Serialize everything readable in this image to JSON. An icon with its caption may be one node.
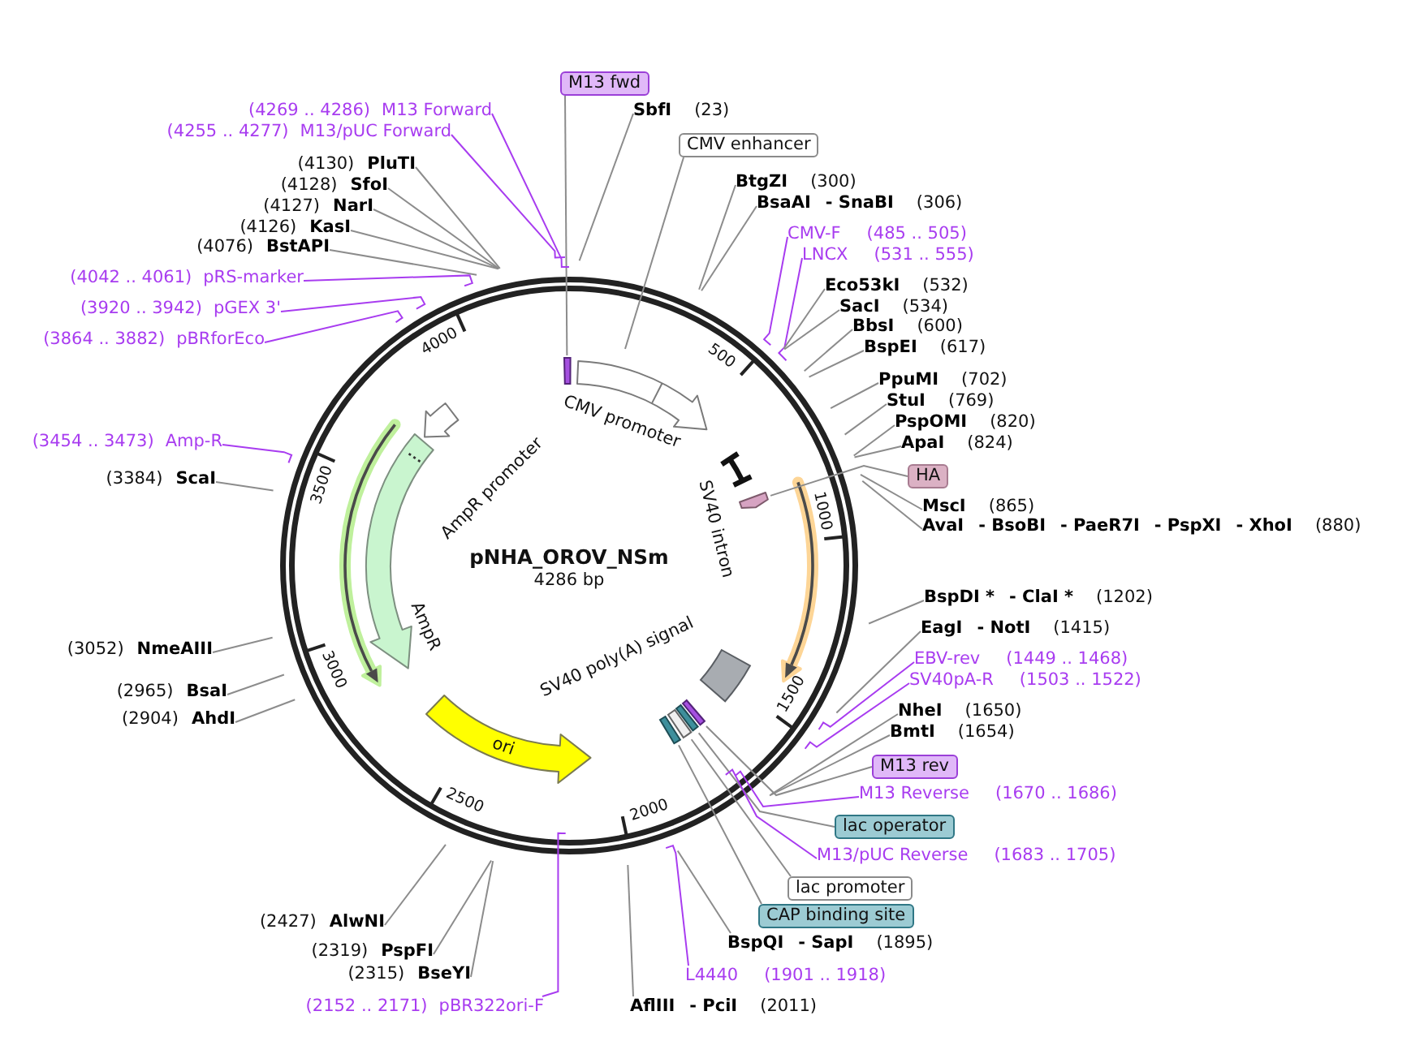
{
  "diagram": {
    "title": "pNHA_OROV_NSm",
    "nodes": [
      {
        "text": [
          "M13 fwd"
        ]
      },
      {
        "text": [
          "(4269 .. 4286)",
          "M13 Forward"
        ]
      },
      {
        "text": [
          "SbfI",
          "(23)"
        ]
      },
      {
        "text": [
          "(4255 .. 4277)",
          "M13/pUC Forward"
        ]
      },
      {
        "text": [
          "CMV enhancer"
        ]
      },
      {
        "text": [
          "(4130)",
          "PluTI"
        ]
      },
      {
        "text": [
          "BtgZI",
          "(300)"
        ]
      },
      {
        "text": [
          "(4128)",
          "SfoI"
        ]
      },
      {
        "text": [
          "BsaAI",
          "- SnaBI",
          "(306)"
        ]
      },
      {
        "text": [
          "(4127)",
          "NarI"
        ]
      },
      {
        "text": [
          "(4126)",
          "KasI"
        ]
      },
      {
        "text": [
          "CMV-F",
          "(485 .. 505)"
        ]
      },
      {
        "text": [
          "(4076)",
          "BstAPI"
        ]
      },
      {
        "text": [
          "LNCX",
          "(531 .. 555)"
        ]
      },
      {
        "text": [
          "(4042 .. 4061)",
          "pRS-marker"
        ]
      },
      {
        "text": [
          "Eco53kI",
          "(532)"
        ]
      },
      {
        "text": [
          "SacI",
          "(534)"
        ]
      },
      {
        "text": [
          "(3920 .. 3942)",
          "pGEX 3'"
        ]
      },
      {
        "text": [
          "BbsI",
          "(600)"
        ]
      },
      {
        "text": [
          "(3864 .. 3882)",
          "pBRforEco"
        ]
      },
      {
        "text": [
          "BspEI",
          "(617)"
        ]
      },
      {
        "text": [
          "PpuMI",
          "(702)"
        ]
      },
      {
        "text": [
          "StuI",
          "(769)"
        ]
      },
      {
        "text": [
          "PspOMI",
          "(820)"
        ]
      },
      {
        "text": [
          "(3454 .. 3473)",
          "Amp-R"
        ]
      },
      {
        "text": [
          "ApaI",
          "(824)"
        ]
      },
      {
        "text": [
          "HA"
        ]
      },
      {
        "text": [
          "(3384)",
          "ScaI"
        ]
      },
      {
        "text": [
          "MscI",
          "(865)"
        ]
      },
      {
        "text": [
          "AvaI",
          "- BsoBI",
          "- PaeR7I",
          "- PspXI",
          "- XhoI",
          "(880)"
        ]
      },
      {
        "text": [
          "BspDI *",
          "- ClaI *",
          "(1202)"
        ]
      },
      {
        "text": [
          "EagI",
          "- NotI",
          "(1415)"
        ]
      },
      {
        "text": [
          "(3052)",
          "NmeAIII"
        ]
      },
      {
        "text": [
          "EBV-rev",
          "(1449 .. 1468)"
        ]
      },
      {
        "text": [
          "SV40pA-R",
          "(1503 .. 1522)"
        ]
      },
      {
        "text": [
          "(2965)",
          "BsaI"
        ]
      },
      {
        "text": [
          "NheI",
          "(1650)"
        ]
      },
      {
        "text": [
          "(2904)",
          "AhdI"
        ]
      },
      {
        "text": [
          "BmtI",
          "(1654)"
        ]
      },
      {
        "text": [
          "M13 rev"
        ]
      },
      {
        "text": [
          "M13 Reverse",
          "(1670 .. 1686)"
        ]
      },
      {
        "text": [
          "lac operator"
        ]
      },
      {
        "text": [
          "M13/pUC Reverse",
          "(1683 .. 1705)"
        ]
      },
      {
        "text": [
          "lac promoter"
        ]
      },
      {
        "text": [
          "CAP binding site"
        ]
      },
      {
        "text": [
          "(2427)",
          "AlwNI"
        ]
      },
      {
        "text": [
          "BspQI",
          "- SapI",
          "(1895)"
        ]
      },
      {
        "text": [
          "(2319)",
          "PspFI"
        ]
      },
      {
        "text": [
          "(2315)",
          "BseYI"
        ]
      },
      {
        "text": [
          "L4440",
          "(1901 .. 1918)"
        ]
      },
      {
        "text": [
          "(2152 .. 2171)",
          "pBR322ori-F"
        ]
      },
      {
        "text": [
          "AflIII",
          "- PciI",
          "(2011)"
        ]
      },
      {
        "text": [],
        "shape": "bar"
      },
      {
        "text": [
          "CMV promoter"
        ]
      },
      {
        "text": [
          "AmpR promoter"
        ]
      },
      {
        "text": [
          "SV40 intron"
        ]
      },
      {
        "text": [],
        "shape": "arrow"
      },
      {
        "text": [
          "AmpR"
        ]
      },
      {
        "text": [
          "SV40 poly(A) signal"
        ]
      },
      {
        "text": [],
        "shape": "bar"
      },
      {
        "text": [],
        "shape": "bar"
      },
      {
        "text": [],
        "shape": "bar"
      },
      {
        "text": [],
        "shape": "bar"
      },
      {
        "text": [
          "ori"
        ]
      }
    ],
    "edges": [
      {
        "from": 0,
        "to": 52,
        "arrow": "none"
      },
      {
        "from": 1,
        "to": null,
        "arrow": "none",
        "color": "#a83cf0"
      },
      {
        "from": 2,
        "to": null,
        "arrow": "none"
      },
      {
        "from": 3,
        "to": null,
        "arrow": "none",
        "color": "#a83cf0"
      },
      {
        "from": 4,
        "to": null,
        "arrow": "none"
      },
      {
        "from": 5,
        "to": null,
        "arrow": "none"
      },
      {
        "from": 6,
        "to": null,
        "arrow": "none"
      },
      {
        "from": 7,
        "to": null,
        "arrow": "none"
      },
      {
        "from": 8,
        "to": null,
        "arrow": "none"
      },
      {
        "from": 9,
        "to": null,
        "arrow": "none"
      },
      {
        "from": 10,
        "to": null,
        "arrow": "none"
      },
      {
        "from": 11,
        "to": null,
        "arrow": "none",
        "color": "#a83cf0"
      },
      {
        "from": 12,
        "to": null,
        "arrow": "none"
      },
      {
        "from": 13,
        "to": null,
        "arrow": "none",
        "color": "#a83cf0"
      },
      {
        "from": 14,
        "to": null,
        "arrow": "none",
        "color": "#a83cf0"
      },
      {
        "from": 15,
        "to": null,
        "arrow": "none"
      },
      {
        "from": 16,
        "to": null,
        "arrow": "none"
      },
      {
        "from": 17,
        "to": null,
        "arrow": "none",
        "color": "#a83cf0"
      },
      {
        "from": 18,
        "to": null,
        "arrow": "none"
      },
      {
        "from": 19,
        "to": null,
        "arrow": "none",
        "color": "#a83cf0"
      },
      {
        "from": 20,
        "to": null,
        "arrow": "none"
      },
      {
        "from": 21,
        "to": null,
        "arrow": "none"
      },
      {
        "from": 22,
        "to": null,
        "arrow": "none"
      },
      {
        "from": 23,
        "to": null,
        "arrow": "none"
      },
      {
        "from": 24,
        "to": null,
        "arrow": "none",
        "color": "#a83cf0"
      },
      {
        "from": 25,
        "to": null,
        "arrow": "none"
      },
      {
        "from": 26,
        "to": 56,
        "arrow": "none"
      },
      {
        "from": 27,
        "to": null,
        "arrow": "none"
      },
      {
        "from": 28,
        "to": null,
        "arrow": "none"
      },
      {
        "from": 29,
        "to": null,
        "arrow": "none"
      },
      {
        "from": 30,
        "to": null,
        "arrow": "none"
      },
      {
        "from": 31,
        "to": null,
        "arrow": "none"
      },
      {
        "from": 32,
        "to": null,
        "arrow": "none"
      },
      {
        "from": 33,
        "to": null,
        "arrow": "none",
        "color": "#a83cf0"
      },
      {
        "from": 34,
        "to": null,
        "arrow": "none",
        "color": "#a83cf0"
      },
      {
        "from": 35,
        "to": null,
        "arrow": "none"
      },
      {
        "from": 36,
        "to": null,
        "arrow": "none"
      },
      {
        "from": 37,
        "to": null,
        "arrow": "none"
      },
      {
        "from": 38,
        "to": null,
        "arrow": "none"
      },
      {
        "from": 39,
        "to": 59,
        "arrow": "none"
      },
      {
        "from": 40,
        "to": null,
        "arrow": "none",
        "color": "#a83cf0"
      },
      {
        "from": 41,
        "to": 60,
        "arrow": "none"
      },
      {
        "from": 42,
        "to": null,
        "arrow": "none",
        "color": "#a83cf0"
      },
      {
        "from": 43,
        "to": 61,
        "arrow": "none"
      },
      {
        "from": 44,
        "to": 62,
        "arrow": "none"
      },
      {
        "from": 45,
        "to": null,
        "arrow": "none"
      },
      {
        "from": 46,
        "to": null,
        "arrow": "none"
      },
      {
        "from": 47,
        "to": null,
        "arrow": "none"
      },
      {
        "from": 48,
        "to": null,
        "arrow": "none"
      },
      {
        "from": 49,
        "to": null,
        "arrow": "none",
        "color": "#a83cf0"
      },
      {
        "from": 50,
        "to": null,
        "arrow": "none",
        "color": "#a83cf0"
      },
      {
        "from": 51,
        "to": null,
        "arrow": "none"
      }
    ],
    "labels": [
      "4286 bp",
      "500",
      "1000",
      "1500",
      "2000",
      "2500",
      "3000",
      "3500",
      "4000"
    ]
  }
}
